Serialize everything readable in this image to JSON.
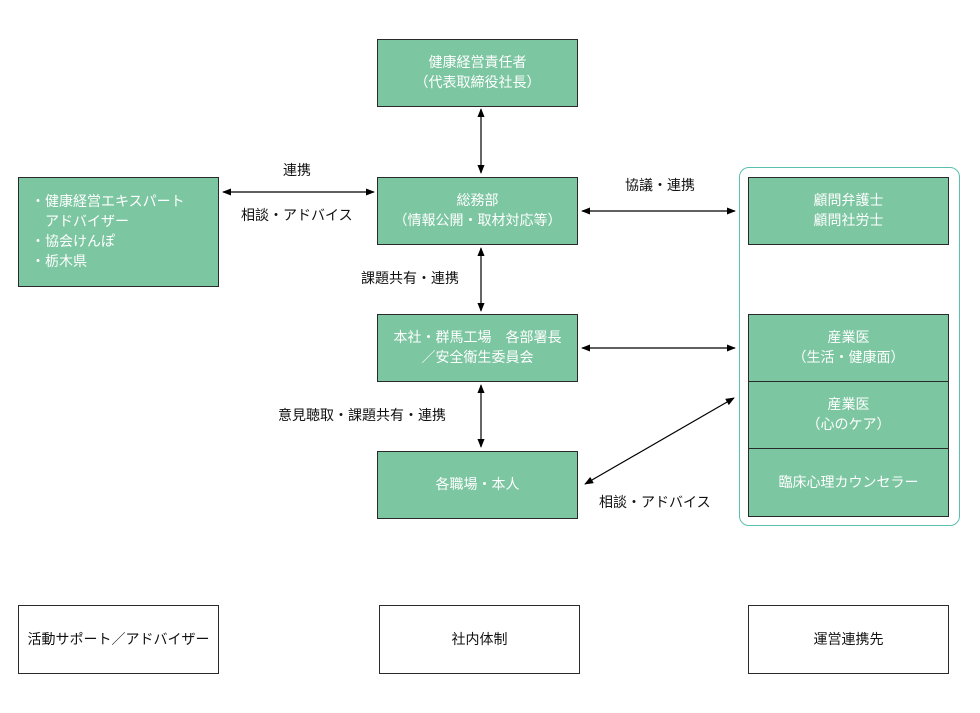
{
  "nodes": {
    "health_officer": {
      "lines": [
        "健康経営責任者",
        "（代表取締役社長）"
      ]
    },
    "general_affairs": {
      "lines": [
        "総務部",
        "（情報公開・取材対応等）"
      ]
    },
    "managers": {
      "lines": [
        "本社・群馬工場　各部署長",
        "／安全衛生委員会"
      ]
    },
    "workplaces": {
      "lines": [
        "各職場・本人"
      ]
    },
    "support": {
      "items": [
        "・健康経営エキスパート",
        "アドバイザー",
        "・協会けんぽ",
        "・栃木県"
      ]
    },
    "advisors": {
      "lines": [
        "顧問弁護士",
        "顧問社労士"
      ]
    },
    "physician_life": {
      "lines": [
        "産業医",
        "（生活・健康面）"
      ]
    },
    "physician_mind": {
      "lines": [
        "産業医",
        "（心のケア）"
      ]
    },
    "counselor": {
      "lines": [
        "臨床心理カウンセラー"
      ]
    }
  },
  "edge_labels": {
    "renkei_top": "連携",
    "soudan_left": "相談・アドバイス",
    "kyogi": "協議・連携",
    "kadai": "課題共有・連携",
    "iken": "意見聴取・課題共有・連携",
    "soudan_right": "相談・アドバイス"
  },
  "legend": {
    "support": "活動サポート／アドバイザー",
    "internal": "社内体制",
    "partners": "運営連携先"
  },
  "colors": {
    "node_fill": "#7cc6a1",
    "node_border": "#2a2a2a",
    "group_border": "#5bbfae",
    "arrow": "#000000"
  }
}
